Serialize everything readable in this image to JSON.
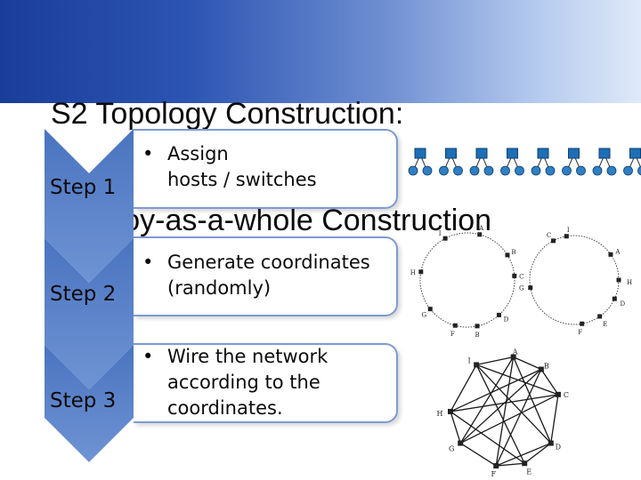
{
  "title": {
    "line1": "S2 Topology Construction:",
    "line2": "-Deploy-as-a-whole Construction"
  },
  "steps": [
    {
      "label": "Step 1",
      "lines": [
        "Assign",
        "hosts / switches"
      ]
    },
    {
      "label": "Step 2",
      "lines": [
        "Generate coordinates",
        "(randomly)"
      ]
    },
    {
      "label": "Step 3",
      "lines": [
        "Wire the network",
        "according to the",
        "coordinates."
      ]
    }
  ],
  "bullet_char": "•",
  "colors": {
    "title_gradient_start": "#1a3d9a",
    "chevron": "#5b82c8",
    "switch": "#1d6fb5",
    "host": "#2f7fc2",
    "link": "#1a1a1a"
  },
  "switch_count": 8,
  "ring1_labels": [
    "I",
    "A",
    "B",
    "C",
    "D",
    "B",
    "F",
    "G",
    "H"
  ],
  "ring2_labels": [
    "C",
    "I",
    "A",
    "H",
    "E",
    "F",
    "D",
    "G"
  ],
  "wired_labels": [
    "A",
    "I",
    "B",
    "C",
    "H",
    "D",
    "G",
    "F",
    "E"
  ]
}
